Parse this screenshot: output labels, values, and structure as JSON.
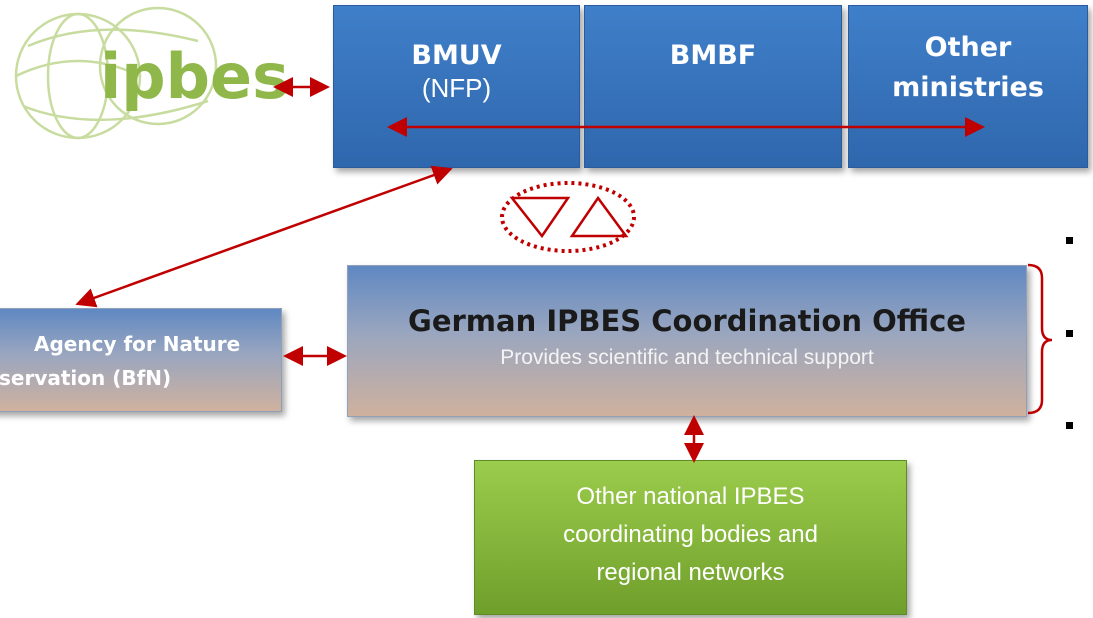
{
  "logo": {
    "text": "ipbes"
  },
  "ministries": [
    {
      "name": "BMUV",
      "sub": "(NFP)"
    },
    {
      "name": "BMBF",
      "sub": ""
    },
    {
      "name": "Other ministries",
      "sub": ""
    }
  ],
  "bfn": {
    "line1": "Agency for Nature",
    "line2": "servation (BfN)"
  },
  "office": {
    "title": "German IPBES Coordination Office",
    "subtitle": "Provides scientific and technical support"
  },
  "networks": {
    "line1": "Other national IPBES",
    "line2": "coordinating bodies and",
    "line3": "regional networks"
  },
  "colors": {
    "ministry_blue": "#3474c0",
    "arrow_red": "#c00000",
    "network_green": "#7fb23a",
    "logo_green": "#8fb74a"
  }
}
